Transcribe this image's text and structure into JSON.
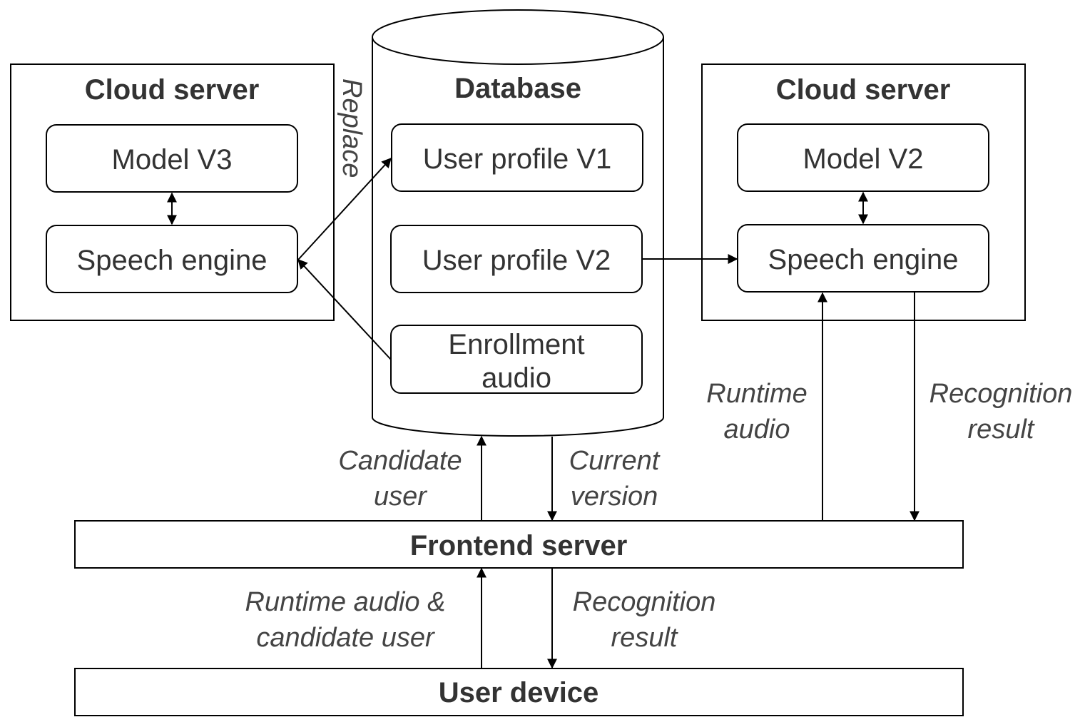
{
  "left_server": {
    "title": "Cloud server",
    "model": "Model V3",
    "engine": "Speech engine"
  },
  "database": {
    "title": "Database",
    "profile_v1": "User profile V1",
    "profile_v2": "User profile V2",
    "enrollment_line1": "Enrollment",
    "enrollment_line2": "audio"
  },
  "right_server": {
    "title": "Cloud server",
    "model": "Model V2",
    "engine": "Speech engine"
  },
  "frontend": {
    "title": "Frontend server"
  },
  "device": {
    "title": "User device"
  },
  "edges": {
    "replace": "Replace",
    "candidate_user_line1": "Candidate",
    "candidate_user_line2": "user",
    "current_version_line1": "Current",
    "current_version_line2": "version",
    "runtime_audio_line1": "Runtime",
    "runtime_audio_line2": "audio",
    "recognition_top_line1": "Recognition",
    "recognition_top_line2": "result",
    "device_up_line1": "Runtime audio &",
    "device_up_line2": "candidate user",
    "device_down_line1": "Recognition",
    "device_down_line2": "result"
  }
}
